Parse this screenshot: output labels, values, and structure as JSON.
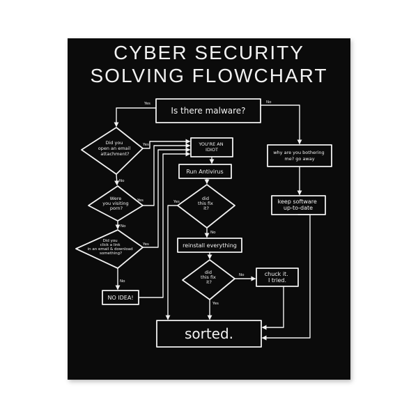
{
  "title": {
    "line1": "CYBER SECURITY",
    "line2": "SOLVING FLOWCHART"
  },
  "nodes": {
    "malware": {
      "lines": [
        "Is there malware?"
      ]
    },
    "email": {
      "lines": [
        "Did you",
        "open an email",
        "attachment?"
      ]
    },
    "porn": {
      "lines": [
        "Were",
        "you visiting",
        "porn?"
      ]
    },
    "download": {
      "lines": [
        "Did you",
        "click a link",
        "in an email & download",
        "something?"
      ]
    },
    "no_idea": {
      "lines": [
        "NO IDEA!"
      ]
    },
    "idiot": {
      "lines": [
        "YOU'RE AN",
        "IDIOT"
      ]
    },
    "antivirus": {
      "lines": [
        "Run Antivirus"
      ]
    },
    "fix1": {
      "lines": [
        "did",
        "this fix",
        "it?"
      ]
    },
    "reinstall": {
      "lines": [
        "reinstall everything"
      ]
    },
    "fix2": {
      "lines": [
        "did",
        "this fix",
        "it?"
      ]
    },
    "chuck": {
      "lines": [
        "chuck it.",
        "I tried."
      ]
    },
    "bothering": {
      "lines": [
        "why are you bothering",
        "me? go away"
      ]
    },
    "keep": {
      "lines": [
        "keep software",
        "up-to-date"
      ]
    },
    "sorted": {
      "lines": [
        "sorted."
      ]
    }
  },
  "edges": {
    "yes": "Yes",
    "no": "No"
  },
  "colors": {
    "background": "#0b0b0b",
    "ink": "#f2f2f2"
  }
}
